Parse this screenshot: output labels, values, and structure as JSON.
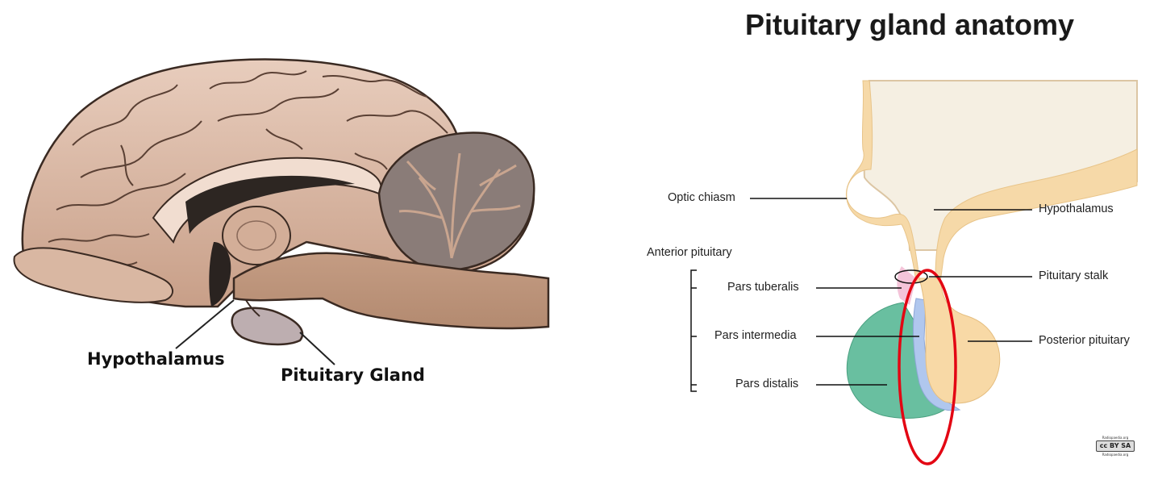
{
  "title": "Pituitary gland anatomy",
  "brain_illustration": {
    "labels": {
      "hypothalamus": "Hypothalamus",
      "pituitary_gland": "Pituitary Gland"
    }
  },
  "gland_diagram": {
    "labels": {
      "optic_chiasm": "Optic chiasm",
      "hypothalamus": "Hypothalamus",
      "anterior_pituitary": "Anterior pituitary",
      "pituitary_stalk": "Pituitary stalk",
      "pars_tuberalis": "Pars tuberalis",
      "pars_intermedia": "Pars intermedia",
      "posterior_pituitary": "Posterior pituitary",
      "pars_distalis": "Pars distalis"
    },
    "highlight": {
      "shape": "ellipse",
      "color": "#e30613",
      "target": "pars intermedia"
    }
  },
  "license_badge": {
    "line1": "Radiopaedia.org",
    "cc": "cc BY SA",
    "line2": "Radiopaedia.org"
  }
}
